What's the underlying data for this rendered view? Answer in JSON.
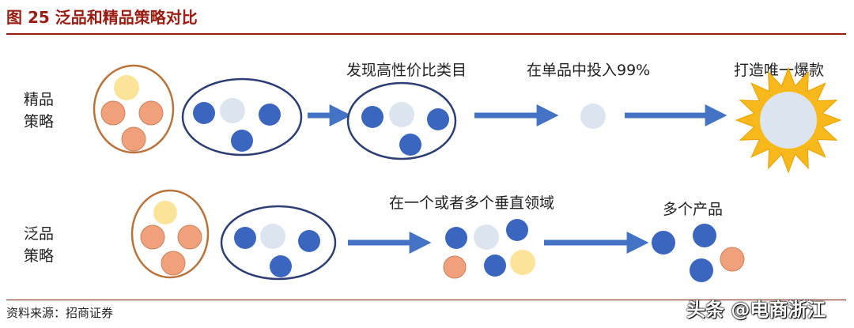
{
  "figure": {
    "title": "图 25  泛品和精品策略对比",
    "source": "资料来源：招商证券",
    "watermark": "头条 @电商浙江"
  },
  "rows": {
    "premium": {
      "label_line1": "精品",
      "label_line2": "策略",
      "steps": [
        "发现高性价比类目",
        "在单品中投入99%",
        "打造唯一爆款"
      ]
    },
    "broad": {
      "label_line1": "泛品",
      "label_line2": "策略",
      "steps": [
        "在一个或者多个垂直领域",
        "多个产品"
      ]
    }
  },
  "colors": {
    "blue": "#3a66c0",
    "light_gray_blue": "#dce4f0",
    "orange": "#f0a07a",
    "yellow": "#fbe49a",
    "arrow": "#4473c5",
    "ellipse_navy": "#2c3e73",
    "ellipse_brown": "#b8723a",
    "sun": "#f7b81c"
  }
}
